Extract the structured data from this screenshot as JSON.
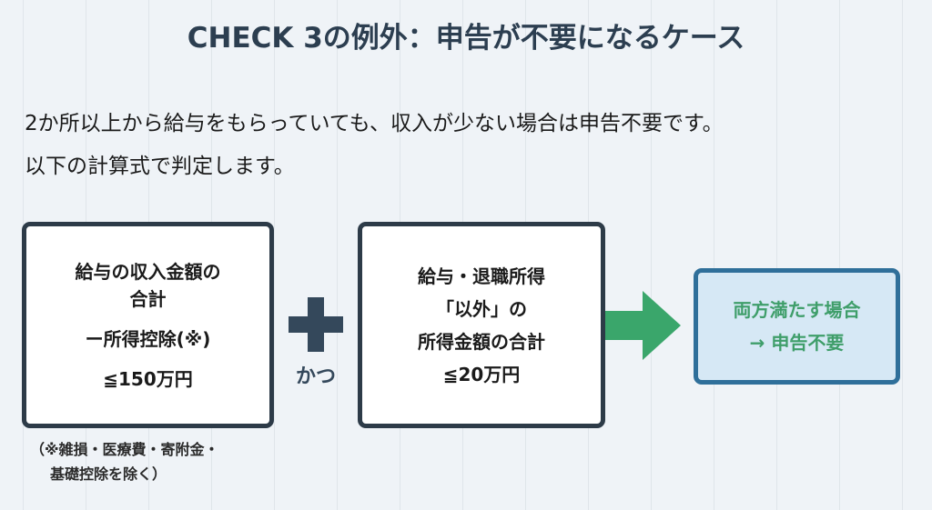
{
  "title": "CHECK 3の例外：申告が不要になるケース",
  "intro": [
    "2か所以上から給与をもらっていても、収入が少ない場合は申告不要です。",
    "以下の計算式で判定します。"
  ],
  "box1": {
    "lines": [
      "給与の収入金額の",
      "合計",
      "ー所得控除(※)",
      "≦150万円"
    ]
  },
  "connector": {
    "label": "かつ",
    "icon": "plus-icon"
  },
  "box2": {
    "lines": [
      "給与・退職所得",
      "「以外」の",
      "所得金額の合計",
      "≦20万円"
    ]
  },
  "arrow": {
    "icon": "arrow-right-icon",
    "color": "#3aa66b"
  },
  "result": {
    "lines": [
      "両方満たす場合",
      "→ 申告不要"
    ]
  },
  "footnote": [
    "（※雑損・医療費・寄附金・",
    "基礎控除を除く）"
  ],
  "colors": {
    "dark": "#2d3b48",
    "green": "#3aa66b",
    "result_border": "#2f6f9a",
    "result_bg": "#d6e8f5"
  }
}
